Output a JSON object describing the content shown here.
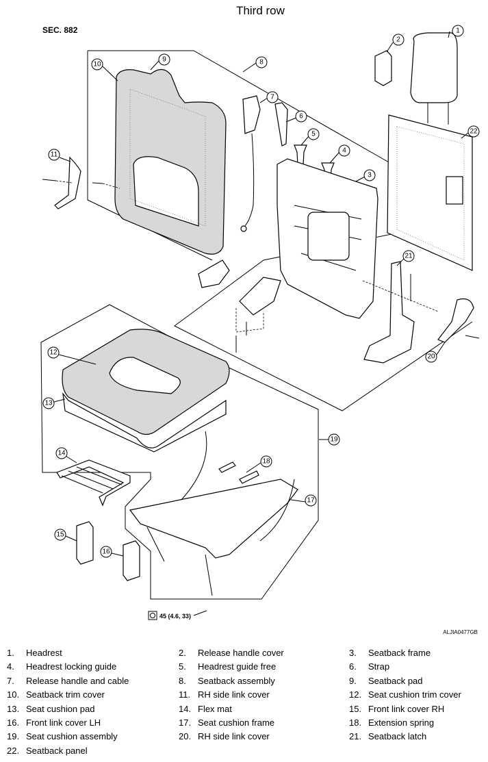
{
  "title": "Third row",
  "section": "SEC. 882",
  "figure_id": "ALJIA0477GB",
  "torque": "45 (4.6, 33)",
  "callouts": [
    "1",
    "2",
    "3",
    "4",
    "5",
    "6",
    "7",
    "8",
    "9",
    "10",
    "11",
    "12",
    "13",
    "14",
    "15",
    "16",
    "17",
    "18",
    "19",
    "20",
    "21",
    "22"
  ],
  "legend": [
    [
      {
        "num": "1.",
        "label": "Headrest"
      },
      {
        "num": "2.",
        "label": "Release handle cover"
      },
      {
        "num": "3.",
        "label": "Seatback frame"
      }
    ],
    [
      {
        "num": "4.",
        "label": "Headrest locking guide"
      },
      {
        "num": "5.",
        "label": "Headrest guide free"
      },
      {
        "num": "6.",
        "label": "Strap"
      }
    ],
    [
      {
        "num": "7.",
        "label": "Release handle and cable"
      },
      {
        "num": "8.",
        "label": "Seatback assembly"
      },
      {
        "num": "9.",
        "label": "Seatback pad"
      }
    ],
    [
      {
        "num": "10.",
        "label": "Seatback trim cover"
      },
      {
        "num": "11.",
        "label": "RH side link cover"
      },
      {
        "num": "12.",
        "label": "Seat cushion trim cover"
      }
    ],
    [
      {
        "num": "13.",
        "label": "Seat cushion pad"
      },
      {
        "num": "14.",
        "label": "Flex mat"
      },
      {
        "num": "15.",
        "label": "Front link cover RH"
      }
    ],
    [
      {
        "num": "16.",
        "label": "Front link cover LH"
      },
      {
        "num": "17.",
        "label": "Seat cushion frame"
      },
      {
        "num": "18.",
        "label": "Extension spring"
      }
    ],
    [
      {
        "num": "19.",
        "label": "Seat cushion assembly"
      },
      {
        "num": "20.",
        "label": "RH side link cover"
      },
      {
        "num": "21.",
        "label": "Seatback latch"
      }
    ],
    [
      {
        "num": "22.",
        "label": "Seatback panel"
      }
    ]
  ]
}
